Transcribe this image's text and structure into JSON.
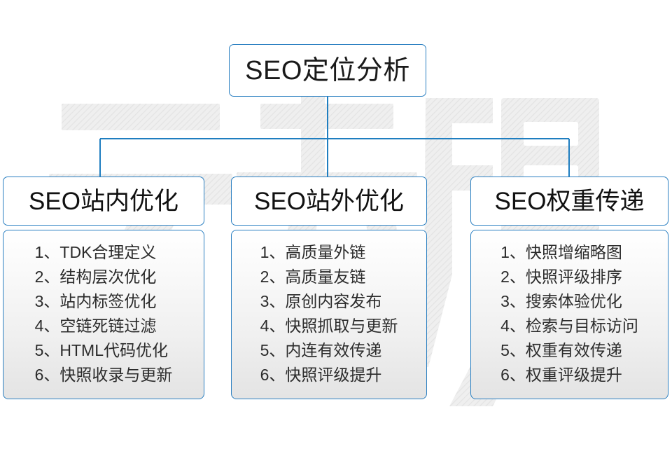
{
  "diagram": {
    "type": "org-chart",
    "accent_color": "#2a7fc1",
    "background_color": "#ffffff",
    "text_color": "#1a1a1a",
    "watermark_text": "云无限",
    "root": {
      "label": "SEO定位分析"
    },
    "columns": [
      {
        "header": "SEO站内优化",
        "items": [
          {
            "num": "1、",
            "text": "TDK合理定义"
          },
          {
            "num": "2、",
            "text": "结构层次优化"
          },
          {
            "num": "3、",
            "text": "站内标签优化"
          },
          {
            "num": "4、",
            "text": "空链死链过滤"
          },
          {
            "num": "5、",
            "text": "HTML代码优化"
          },
          {
            "num": "6、",
            "text": "快照收录与更新"
          }
        ]
      },
      {
        "header": "SEO站外优化",
        "items": [
          {
            "num": "1、",
            "text": "高质量外链"
          },
          {
            "num": "2、",
            "text": "高质量友链"
          },
          {
            "num": "3、",
            "text": "原创内容发布"
          },
          {
            "num": "4、",
            "text": "快照抓取与更新"
          },
          {
            "num": "5、",
            "text": "内连有效传递"
          },
          {
            "num": "6、",
            "text": "快照评级提升"
          }
        ]
      },
      {
        "header": "SEO权重传递",
        "items": [
          {
            "num": "1、",
            "text": "快照增缩略图"
          },
          {
            "num": "2、",
            "text": "快照评级排序"
          },
          {
            "num": "3、",
            "text": "搜索体验优化"
          },
          {
            "num": "4、",
            "text": "检索与目标访问"
          },
          {
            "num": "5、",
            "text": "权重有效传递"
          },
          {
            "num": "6、",
            "text": "权重评级提升"
          }
        ]
      }
    ]
  }
}
